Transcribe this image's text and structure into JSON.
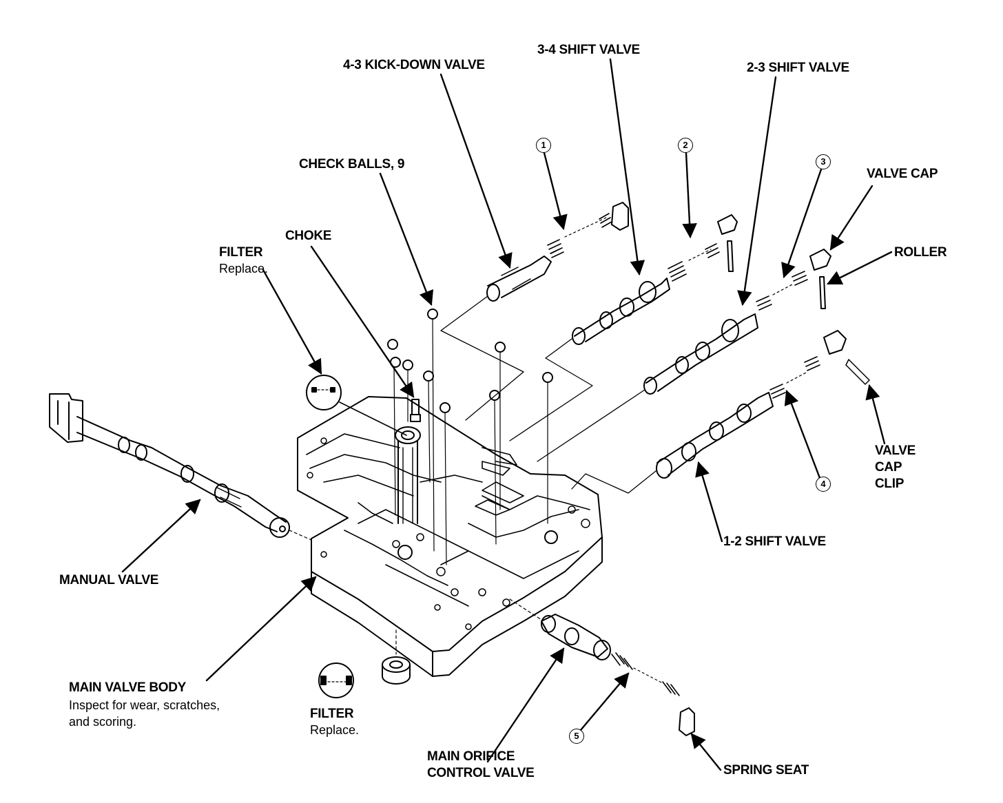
{
  "labels": {
    "kickdown": "4-3 KICK-DOWN VALVE",
    "shift34": "3-4 SHIFT VALVE",
    "shift23": "2-3 SHIFT VALVE",
    "check_balls": "CHECK BALLS, 9",
    "valve_cap": "VALVE CAP",
    "choke": "CHOKE",
    "filter_top": "FILTER",
    "filter_top_note": "Replace.",
    "roller": "ROLLER",
    "valve_cap_clip_1": "VALVE",
    "valve_cap_clip_2": "CAP",
    "valve_cap_clip_3": "CLIP",
    "shift12": "1-2 SHIFT VALVE",
    "manual_valve": "MANUAL VALVE",
    "main_valve_body": "MAIN VALVE BODY",
    "main_valve_body_note_1": "Inspect for wear, scratches,",
    "main_valve_body_note_2": "and scoring.",
    "filter_bottom": "FILTER",
    "filter_bottom_note": "Replace.",
    "orifice_1": "MAIN ORIFICE",
    "orifice_2": "CONTROL VALVE",
    "spring_seat": "SPRING SEAT"
  },
  "callouts": {
    "c1": "①",
    "c2": "②",
    "c3": "③",
    "c4": "④",
    "c5": "⑤"
  }
}
